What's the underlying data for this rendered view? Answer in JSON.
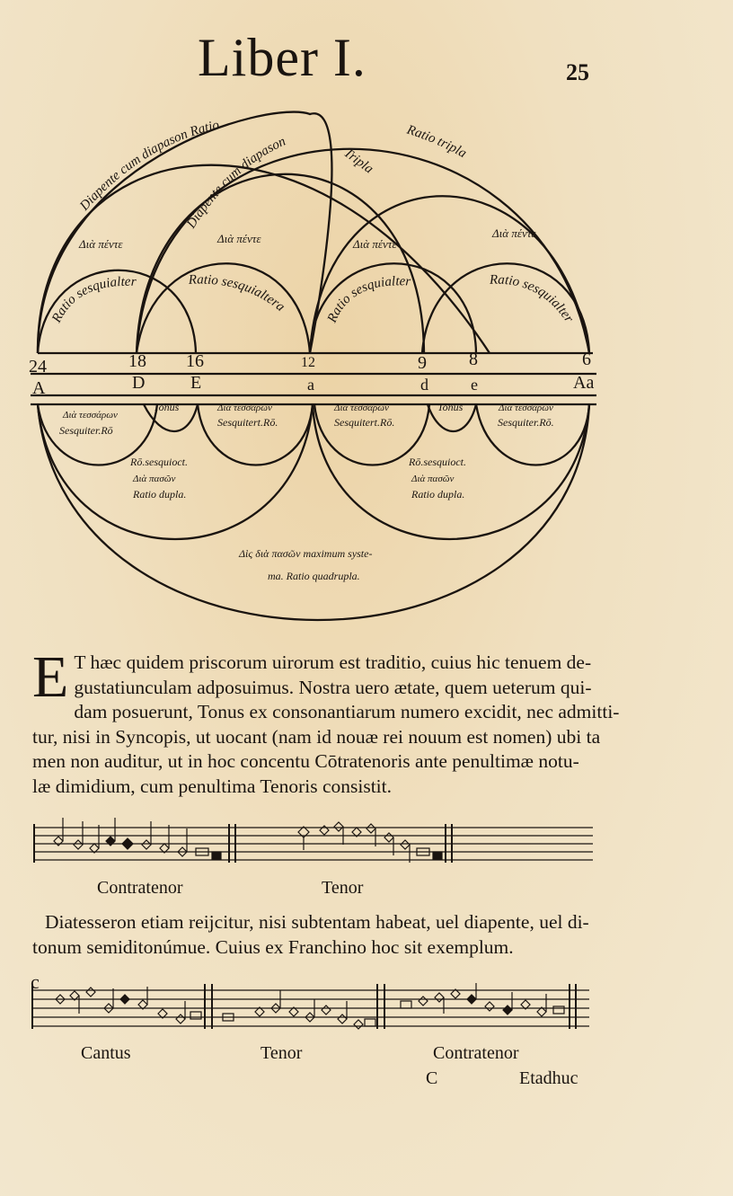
{
  "header": {
    "title": "Liber I.",
    "folio": "25"
  },
  "diagram": {
    "upper_labels": {
      "outer_left": "Diapente cum diapason Ratio",
      "outer_right": "Ratio tripla",
      "inner_left": "Diapente cum diapason",
      "inner_right": "Tripla",
      "dia_pente_1": "Διὰ πέντε",
      "dia_pente_2": "Διὰ πέντε",
      "dia_pente_3": "Διὰ πέντε",
      "dia_pente_4": "Διὰ πέντε",
      "sesq_1": "Ratio sesquialtera",
      "sesq_2": "Ratio sesquialtera",
      "sesq_3": "Ratio sesquialtera",
      "sesq_4": "Ratio sesquialtera"
    },
    "numbers": [
      "24",
      "18",
      "16",
      "12",
      "9",
      "8",
      "6"
    ],
    "letters": [
      "A",
      "D",
      "E",
      "a",
      "d",
      "e",
      "Aa"
    ],
    "lower_labels": {
      "diatess_1": "Διὰ τεσσάρων",
      "sesqui_1": "Sesquiter.Rō",
      "tonus_1": "Tonus",
      "diatess_2": "Διὰ τεσσάρων",
      "sesqui_2": "Sesquitert.Rō.",
      "diatess_3": "Διὰ τεσσάρων",
      "sesqui_3": "Sesquitert.Rō.",
      "tonus_2": "Tonus",
      "diatess_4": "Διὰ τεσσάρων",
      "sesqui_4": "Sesquiter.Rō.",
      "octo_1": "Rō.sesquioct.",
      "diapason_1": "Διὰ πασῶν",
      "dupla_1": "Ratio dupla.",
      "octo_2": "Rō.sesquioct.",
      "diapason_2": "Διὰ πασῶν",
      "dupla_2": "Ratio dupla.",
      "bis_line1": "Δὶς διὰ πασῶν maximum syste-",
      "bis_line2": "ma. Ratio quadrupla."
    }
  },
  "paragraph1": {
    "dropcap": "E",
    "lines": [
      "T hæc quidem priscorum uirorum est traditio, cuius hic tenuem de-",
      "gustatiunculam adposuimus. Nostra uero ætate, quem ueterum qui-",
      "dam posuerunt, Tonus ex consonantiarum numero excidit, nec admitti-",
      "tur, nisi in Syncopis, ut uocant (nam id nouæ rei nouum est nomen) ubi ta",
      "men non auditur, ut in hoc concentu Cōtratenoris ante penultimæ notu-",
      "læ dimidium, cum penultima Tenoris consistit."
    ]
  },
  "music1": {
    "label_left": "Contratenor",
    "label_right": "Tenor"
  },
  "paragraph2": {
    "lines": [
      "Diatesseron etiam reijcitur, nisi subtentam habeat, uel diapente, uel di-",
      "tonum semiditonúmue. Cuius ex Franchino hoc sit exemplum."
    ]
  },
  "music2": {
    "label_1": "Cantus",
    "label_2": "Tenor",
    "label_3": "Contratenor"
  },
  "footer": {
    "signature": "C",
    "catchword": "Etadhuc"
  }
}
